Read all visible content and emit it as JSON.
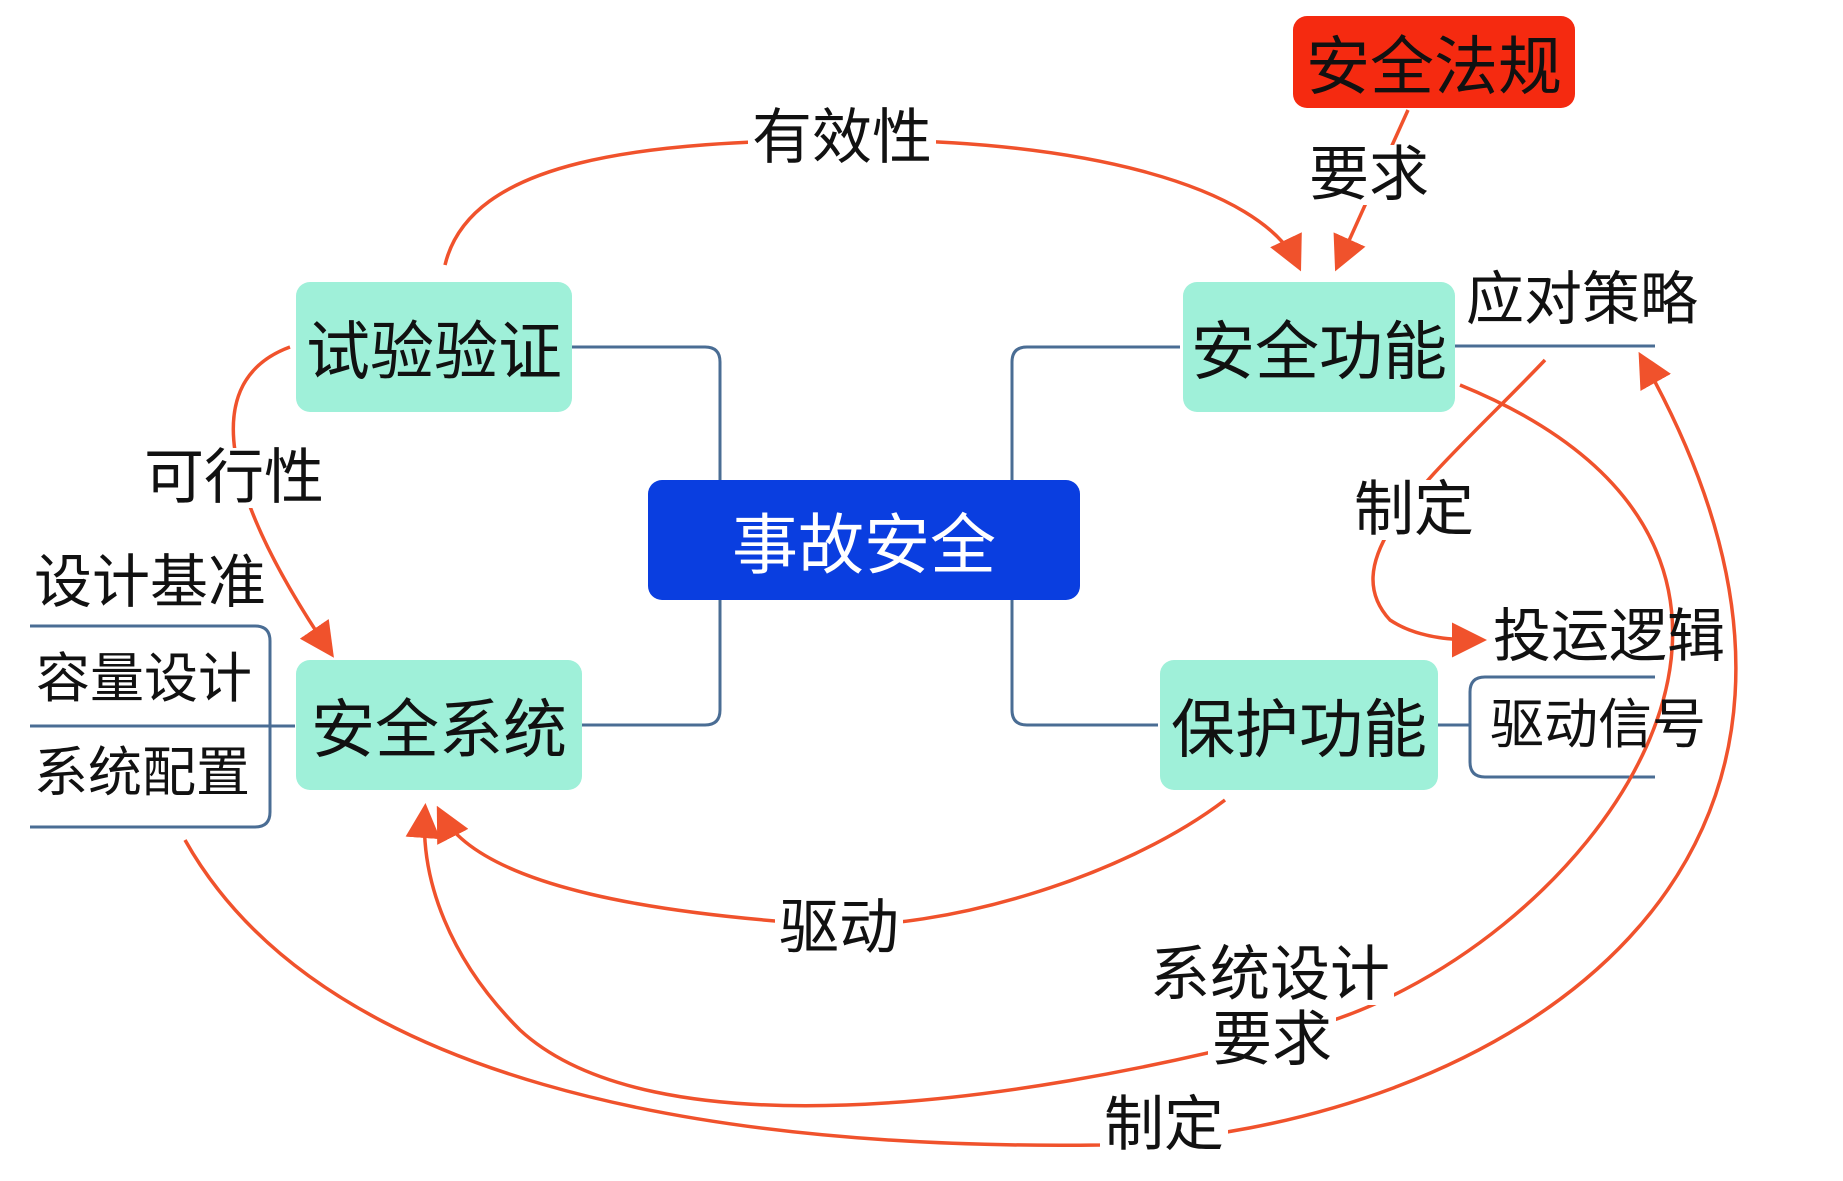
{
  "nodes": {
    "center": "事故安全",
    "test_verify": "试验验证",
    "safety_system": "安全系统",
    "safety_function": "安全功能",
    "protection_function": "保护功能",
    "safety_regulation": "安全法规"
  },
  "branch_labels": {
    "design_basis": "设计基准",
    "capacity_design": "容量设计",
    "system_config": "系统配置",
    "response_strategy": "应对策略",
    "operation_logic": "投运逻辑",
    "drive_signal": "驱动信号"
  },
  "edge_labels": {
    "effectiveness": "有效性",
    "requirement_top": "要求",
    "feasibility": "可行性",
    "formulate_right": "制定",
    "drive": "驱动",
    "system_design_req_line1": "系统设计",
    "system_design_req_line2": "要求",
    "formulate_bottom": "制定"
  },
  "colors": {
    "center_fill": "#0a3ee0",
    "center_text": "#ffffff",
    "node_fill": "#9ff0d9",
    "regulation_fill": "#f52a10",
    "connector": "#4a6d94",
    "arrow": "#f0522c"
  }
}
